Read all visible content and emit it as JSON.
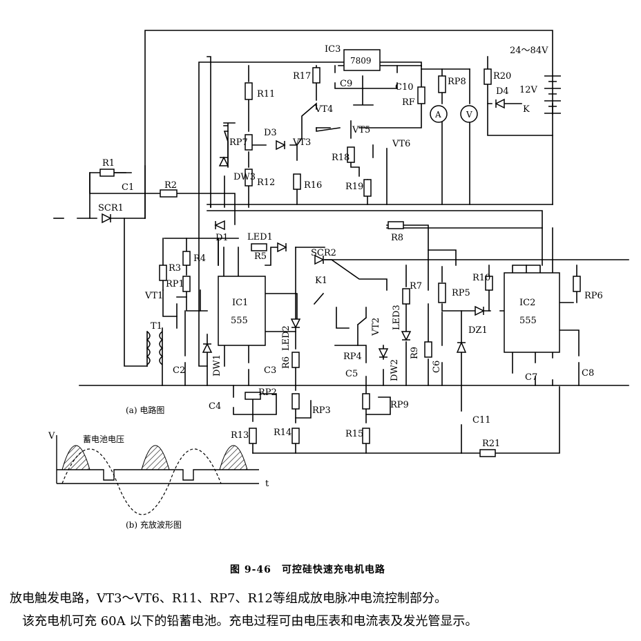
{
  "figure": {
    "caption": "图 9-46　可控硅快速充电机电路",
    "sub_a": "(a) 电路图",
    "sub_b": "(b) 充放波形图"
  },
  "labels": {
    "ic3": "IC3",
    "reg": "7809",
    "vsrc": "24～84V",
    "v12": "12V",
    "k": "K",
    "r1": "R1",
    "c1": "C1",
    "r2": "R2",
    "scr1": "SCR1",
    "vt1": "VT1",
    "t1": "T1",
    "r3": "R3",
    "r4": "R4",
    "rp1": "RP1",
    "c2": "C2",
    "dw1": "DW1",
    "d1": "D1",
    "led1": "LED1",
    "r5": "R5",
    "ic1": "IC1",
    "t555a": "555",
    "c3": "C3",
    "c4": "C4",
    "rp2": "RP2",
    "r13": "R13",
    "r6": "R6",
    "led2": "LED2",
    "rp3": "RP3",
    "r14": "R14",
    "scr2": "SCR2",
    "k1": "K1",
    "vt2": "VT2",
    "rp4": "RP4",
    "c5": "C5",
    "dw2": "DW2",
    "rp9": "RP9",
    "r15": "R15",
    "r7": "R7",
    "led3": "LED3",
    "r9": "R9",
    "r8": "R8",
    "rp5": "RP5",
    "c6": "C6",
    "r10": "R10",
    "dz1": "DZ1",
    "c11": "C11",
    "r21": "R21",
    "ic2": "IC2",
    "t555b": "555",
    "c7": "C7",
    "c8": "C8",
    "rp6": "RP6",
    "r11": "R11",
    "rp7": "RP7",
    "d3": "D3",
    "vt3": "VT3",
    "dw3": "DW3",
    "r12": "R12",
    "r16": "R16",
    "r17": "R17",
    "vt4": "VT4",
    "c9": "C9",
    "c10": "C10",
    "vt5": "VT5",
    "r18": "R18",
    "r19": "R19",
    "vt6": "VT6",
    "rf": "RF",
    "rp8": "RP8",
    "ammeter": "A",
    "voltmeter": "V",
    "r20": "R20",
    "d4": "D4",
    "wave_v": "V",
    "wave_t": "t",
    "wave_note": "蓄电池电压"
  },
  "body": {
    "line1": "放电触发电路，VT3～VT6、R11、RP7、R12等组成放电脉冲电流控制部分。",
    "line2": "该充电机可充 60A 以下的铅蓄电池。充电过程可由电压表和电流表及发光管显示。"
  }
}
